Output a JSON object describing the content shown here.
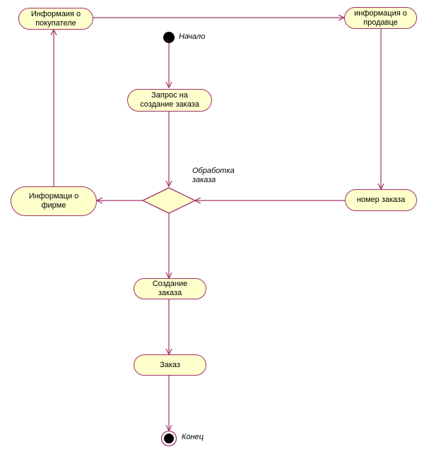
{
  "colors": {
    "node_fill": "#ffffcc",
    "line": "#a0306a",
    "pseudo_state": "#000000"
  },
  "nodes": {
    "customer_info": {
      "line1": "Информаия о",
      "line2": "покупателе"
    },
    "seller_info": {
      "line1": "информация о",
      "line2": "продавце"
    },
    "order_request": {
      "line1": "Запрос на",
      "line2": "создание заказа"
    },
    "company_info": {
      "line1": "Информаци о",
      "line2": "фирме"
    },
    "order_number": {
      "label": "номер заказа"
    },
    "create_order": {
      "line1": "Создание",
      "line2": "заказа"
    },
    "order": {
      "label": "Заказ"
    }
  },
  "start": {
    "label": "Начало"
  },
  "decision": {
    "line1": "Обработка",
    "line2": "заказа"
  },
  "end": {
    "label": "Конец"
  }
}
